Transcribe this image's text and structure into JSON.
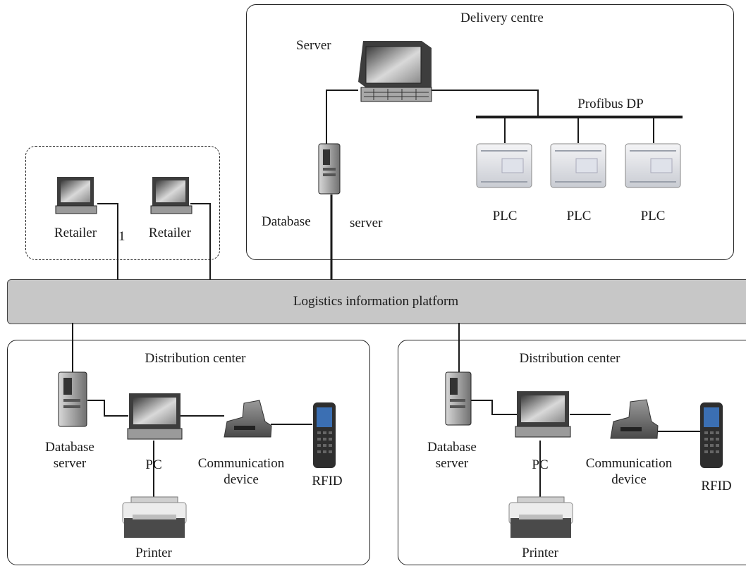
{
  "delivery_centre": {
    "title": "Delivery centre",
    "server_label": "Server",
    "bus_label": "Profibus DP",
    "plc_labels": [
      "PLC",
      "PLC",
      "PLC"
    ],
    "database_label": "Database",
    "server2_label": "server"
  },
  "retail_group": {
    "retailer_labels": [
      "Retailer",
      "Retailer"
    ],
    "link_number": "1"
  },
  "platform": {
    "label": "Logistics information platform"
  },
  "distribution_centers": [
    {
      "title": "Distribution center",
      "database_label_line1": "Database",
      "database_label_line2": "server",
      "pc_label": "PC",
      "comm_label_line1": "Communication",
      "comm_label_line2": "device",
      "rfid_label": "RFID",
      "printer_label": "Printer"
    },
    {
      "title": "Distribution center",
      "database_label_line1": "Database",
      "database_label_line2": "server",
      "pc_label": "PC",
      "comm_label_line1": "Communication",
      "comm_label_line2": "device",
      "rfid_label": "RFID",
      "printer_label": "Printer"
    }
  ],
  "colors": {
    "platform": "#c7c7c7",
    "lines": "#1a1a1a"
  }
}
